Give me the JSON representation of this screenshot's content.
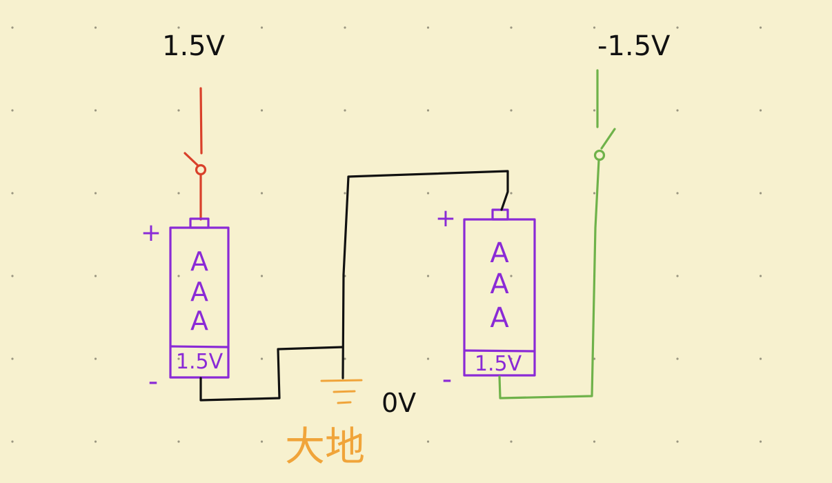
{
  "labels": {
    "pos_voltage": "1.5V",
    "neg_voltage": "-1.5V",
    "ground_voltage": "0V",
    "ground_label": "大地"
  },
  "battery_left": {
    "plus": "+",
    "minus": "-",
    "letters": [
      "A",
      "A",
      "A"
    ],
    "voltage": "1.5V"
  },
  "battery_right": {
    "plus": "+",
    "minus": "-",
    "letters": [
      "A",
      "A",
      "A"
    ],
    "voltage": "1.5V"
  },
  "colors": {
    "background": "#f7f1cf",
    "grid_dot": "#9a9680",
    "wire_black": "#111111",
    "wire_red": "#d9402a",
    "wire_green": "#6fb24a",
    "battery_purple": "#8a2ad6",
    "ground_orange": "#f0a43a"
  }
}
